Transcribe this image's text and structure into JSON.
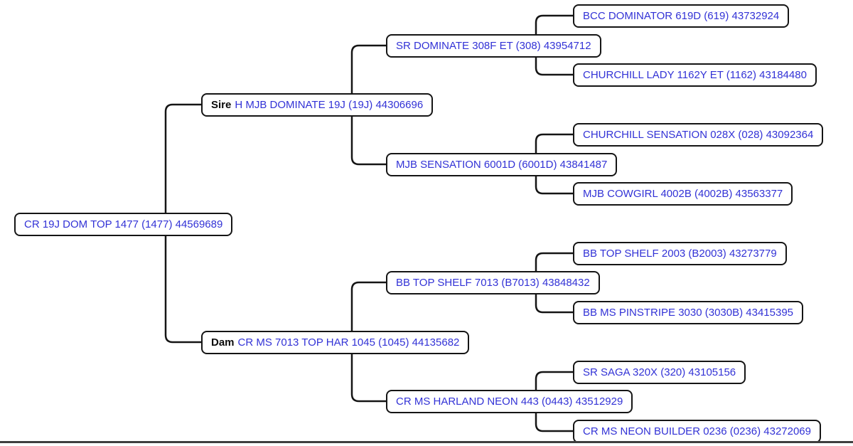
{
  "colors": {
    "background": "#ffffff",
    "box_border": "#151515",
    "connector": "#151515",
    "animal_link_text": "#3232d6",
    "generation_label_text": "#0a0a0a",
    "bottom_bar": "#3f3f3f"
  },
  "pedigree": {
    "root": {
      "name": "CR 19J DOM TOP 1477 (1477) 44569689"
    },
    "sire": {
      "label": "Sire",
      "name": "H MJB DOMINATE 19J (19J) 44306696"
    },
    "dam": {
      "label": "Dam",
      "name": "CR MS 7013 TOP HAR 1045 (1045) 44135682"
    },
    "sire_sire": {
      "name": "SR DOMINATE 308F ET (308) 43954712"
    },
    "sire_dam": {
      "name": "MJB SENSATION 6001D (6001D) 43841487"
    },
    "dam_sire": {
      "name": "BB TOP SHELF 7013 (B7013) 43848432"
    },
    "dam_dam": {
      "name": "CR MS HARLAND NEON 443 (0443) 43512929"
    },
    "sire_sire_sire": {
      "name": "BCC DOMINATOR 619D (619) 43732924"
    },
    "sire_sire_dam": {
      "name": "CHURCHILL LADY 1162Y ET (1162) 43184480"
    },
    "sire_dam_sire": {
      "name": "CHURCHILL SENSATION 028X (028) 43092364"
    },
    "sire_dam_dam": {
      "name": "MJB COWGIRL 4002B (4002B) 43563377"
    },
    "dam_sire_sire": {
      "name": "BB TOP SHELF 2003 (B2003) 43273779"
    },
    "dam_sire_dam": {
      "name": "BB MS PINSTRIPE 3030 (3030B) 43415395"
    },
    "dam_dam_sire": {
      "name": "SR SAGA 320X (320) 43105156"
    },
    "dam_dam_dam": {
      "name": "CR MS NEON BUILDER 0236 (0236) 43272069"
    }
  }
}
